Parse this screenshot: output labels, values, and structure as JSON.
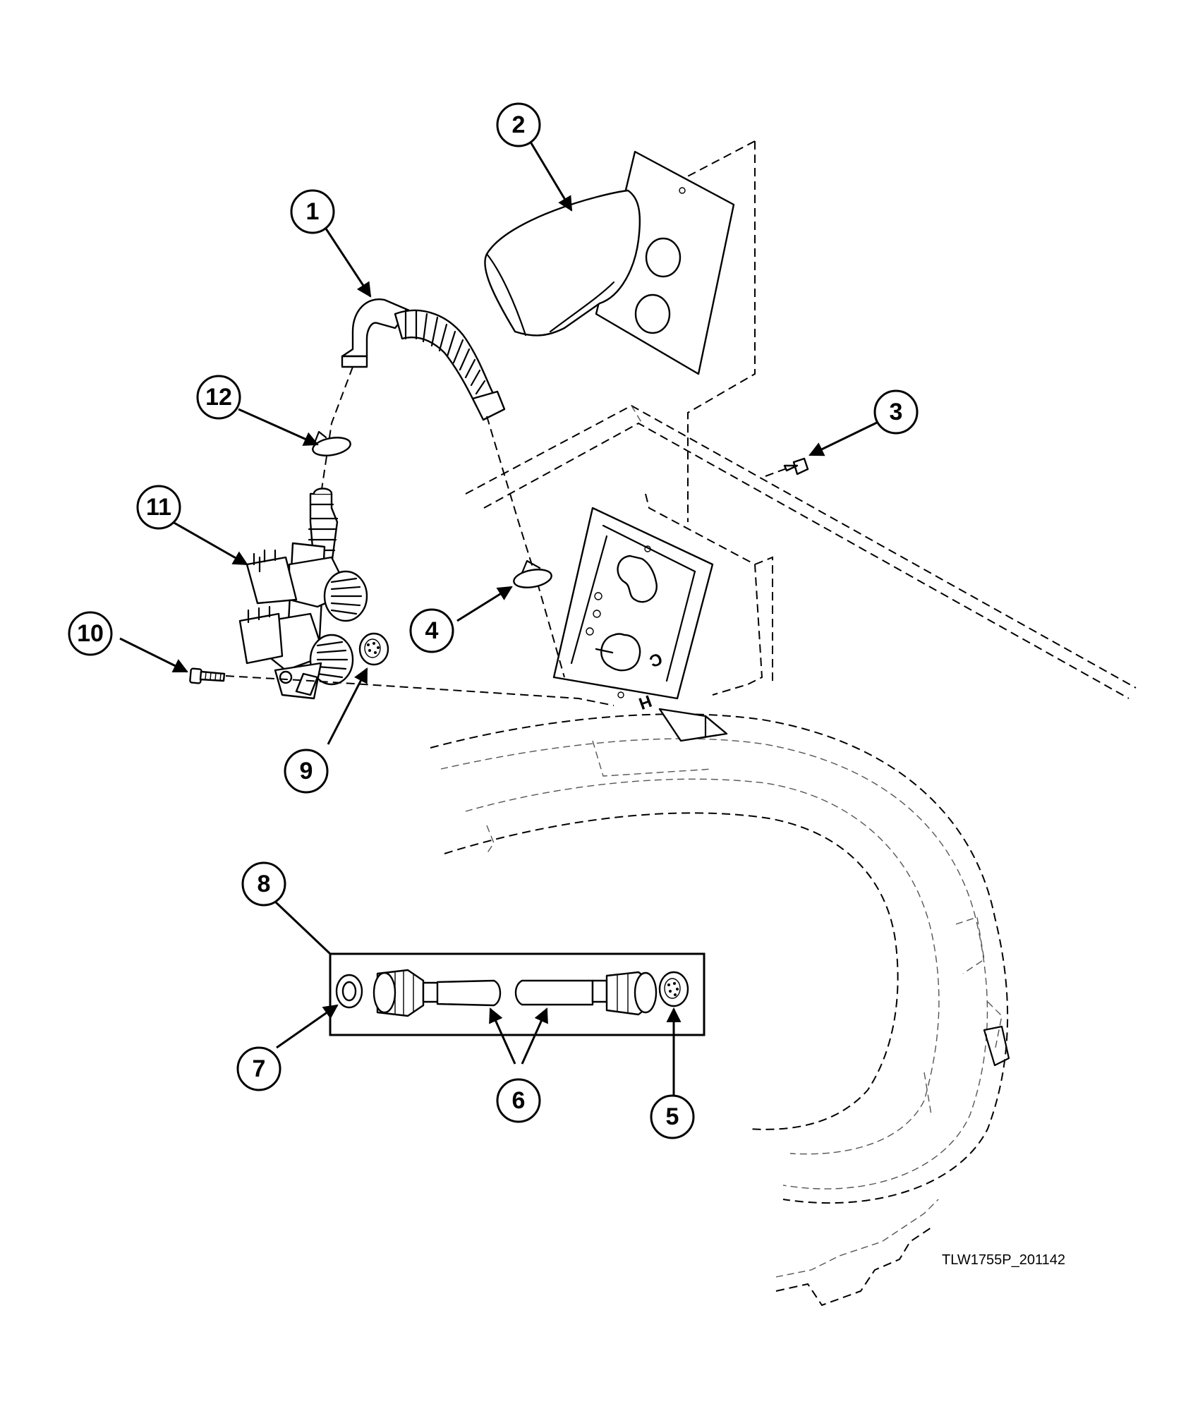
{
  "diagram": {
    "drawing_id": "TLW1755P_201142",
    "stamped_letters": {
      "cold": "C",
      "hot": "H"
    },
    "callouts": [
      "1",
      "2",
      "3",
      "4",
      "5",
      "6",
      "7",
      "8",
      "9",
      "10",
      "11",
      "12"
    ]
  }
}
